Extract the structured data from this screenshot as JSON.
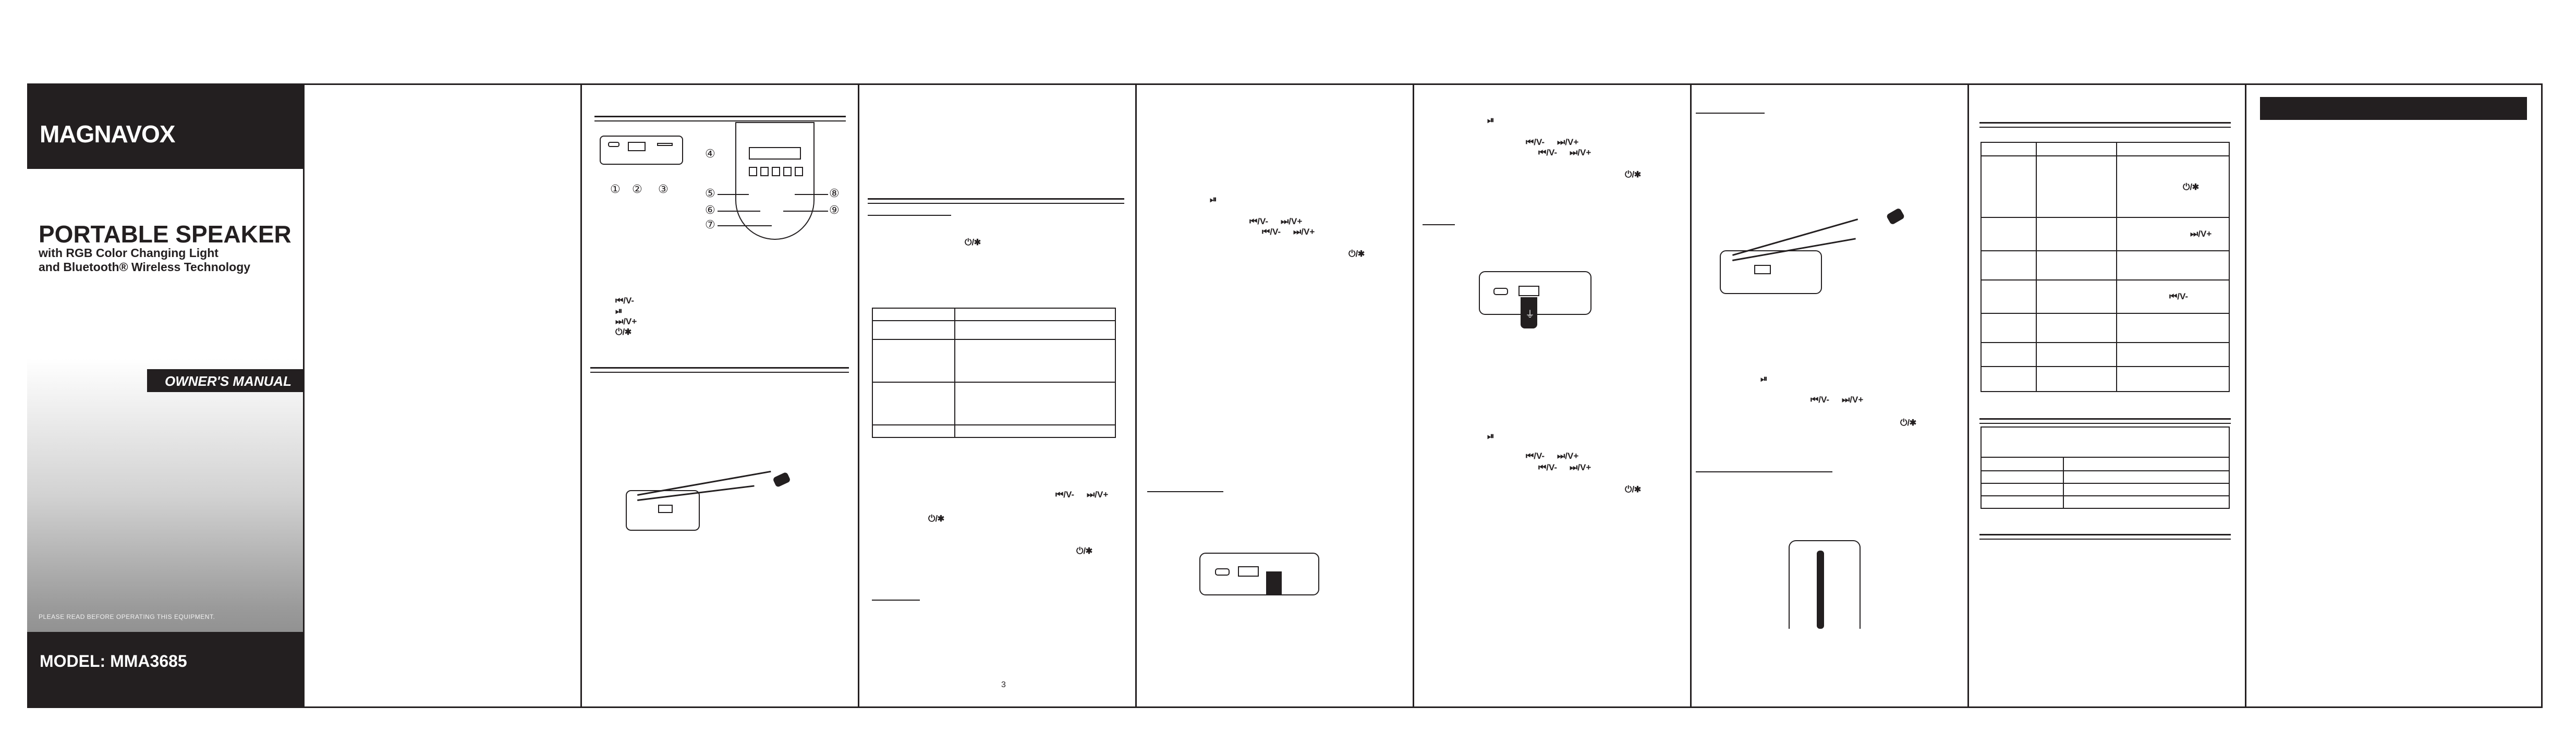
{
  "cover": {
    "brand": "MAGNAVOX",
    "title": "PORTABLE SPEAKER",
    "subtitle_line1": "with RGB Color Changing Light",
    "subtitle_line2": "and Bluetooth® Wireless Technology",
    "manual_label": "OWNER'S MANUAL",
    "warning": "PLEASE READ BEFORE OPERATING THIS EQUIPMENT.",
    "model": "MODEL: MMA3685"
  },
  "callouts": [
    "①",
    "②",
    "③",
    "④",
    "⑤",
    "⑥",
    "⑦",
    "⑧",
    "⑨"
  ],
  "button_symbols": {
    "prev_vol": "⏮/V-",
    "play_pause": "⏯",
    "next_vol": "⏭/V+",
    "power_bt": "⏻/✱"
  },
  "page_number": "3",
  "colors": {
    "ink": "#231f20",
    "paper": "#ffffff"
  }
}
